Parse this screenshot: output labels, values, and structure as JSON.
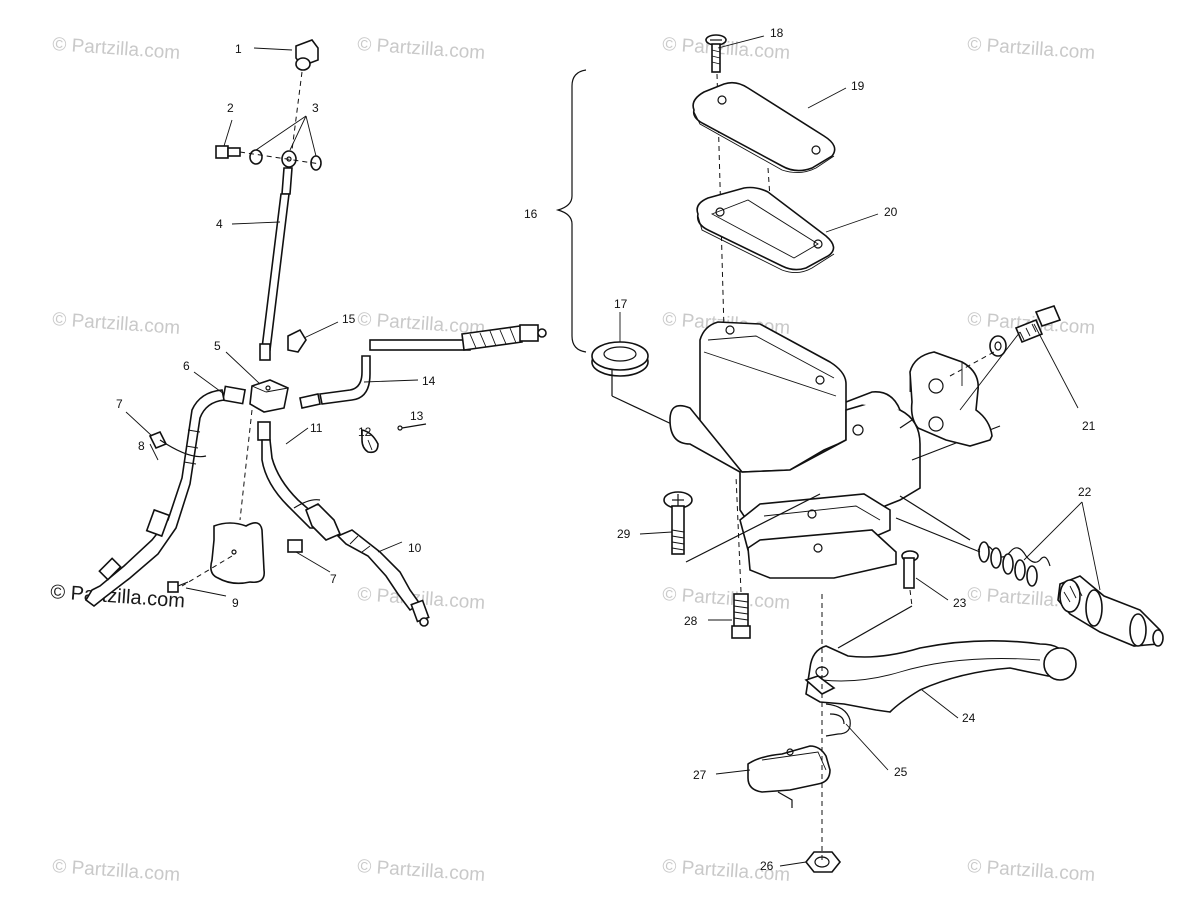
{
  "watermark": "© Partzilla.com",
  "callouts": {
    "c1": "1",
    "c2": "2",
    "c3": "3",
    "c4": "4",
    "c5": "5",
    "c6": "6",
    "c7a": "7",
    "c7b": "7",
    "c8": "8",
    "c9": "9",
    "c10": "10",
    "c11": "11",
    "c12": "12",
    "c13": "13",
    "c14": "14",
    "c15": "15",
    "c16": "16",
    "c17": "17",
    "c18": "18",
    "c19": "19",
    "c20": "20",
    "c21": "21",
    "c22": "22",
    "c23": "23",
    "c24": "24",
    "c25": "25",
    "c26": "26",
    "c27": "27",
    "c28": "28",
    "c29": "29"
  }
}
